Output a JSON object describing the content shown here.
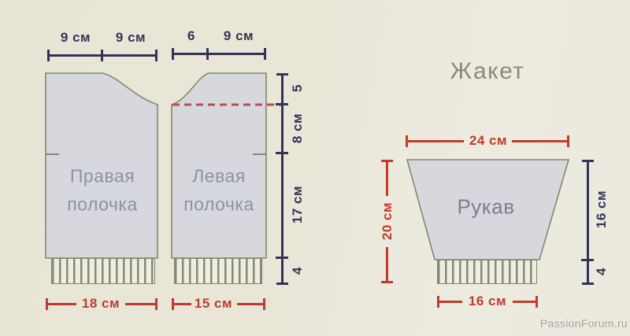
{
  "title": "Жакет",
  "watermark": "PassionForum.ru",
  "labels": {
    "right_front_1": "Правая",
    "right_front_2": "полочка",
    "left_front_1": "Левая",
    "left_front_2": "полочка",
    "sleeve": "Рукав"
  },
  "dims": {
    "rf_top_left": "9 см",
    "rf_top_right": "9 см",
    "lf_top_left": "6",
    "lf_top_right": "9 см",
    "side_neck_drop": "5",
    "side_upper": "8 см",
    "side_body": "17 см",
    "side_ribbing": "4",
    "rf_bottom": "18 см",
    "lf_bottom": "15 см",
    "sleeve_top": "24 см",
    "sleeve_side_left": "20 см",
    "sleeve_side_right": "16 см",
    "sleeve_ribbing": "4",
    "sleeve_bottom": "16 см"
  },
  "colors": {
    "background": "#e9e6d8",
    "dimension_navy": "#333357",
    "dimension_red": "#c03b2d",
    "dashed_line_red": "#c04a50",
    "piece_fill": "#d6d8de",
    "piece_outline": "#84876e",
    "piece_label_text": "#8d92a2",
    "heading_text": "#8a8a7e"
  }
}
